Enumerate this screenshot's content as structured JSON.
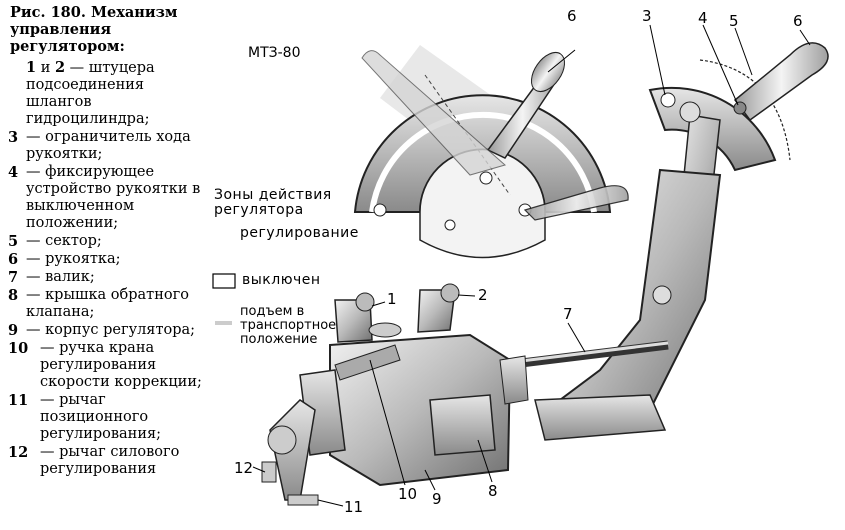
{
  "caption": {
    "title": "Рис. 180. Механизм управления регулятором:",
    "items": [
      {
        "num": "1",
        "num2": "2",
        "joiner": " и ",
        "text": " — штуцера подсоединения шлангов гидроцилиндра;"
      },
      {
        "num": "3",
        "text": " — ограничитель хода рукоятки;"
      },
      {
        "num": "4",
        "text": " — фиксирующее устройство рукоятки в выключенном положении;"
      },
      {
        "num": "5",
        "text": " — сектор;"
      },
      {
        "num": "6",
        "text": " —  рукоятка;"
      },
      {
        "num": "7",
        "text": " — валик;"
      },
      {
        "num": "8",
        "text": " —  крышка обратного клапана;"
      },
      {
        "num": "9",
        "text": " — корпус регулятора;"
      },
      {
        "num": "10",
        "text": " — ручка крана регулирования скорости коррекции;"
      },
      {
        "num": "11",
        "text": " — рычаг позиционного регулирования;"
      },
      {
        "num": "12",
        "text": " — рычаг силового регулирования"
      }
    ]
  },
  "diagram": {
    "model": "МТЗ-80",
    "zones_title": "Зоны действия регулятора",
    "zone_regulating": "регулирование",
    "zone_off": "выключен",
    "zone_lift": "подъем в транспортное положение",
    "callouts": [
      "1",
      "2",
      "3",
      "4",
      "5",
      "6",
      "6",
      "7",
      "8",
      "9",
      "10",
      "11",
      "12"
    ]
  }
}
